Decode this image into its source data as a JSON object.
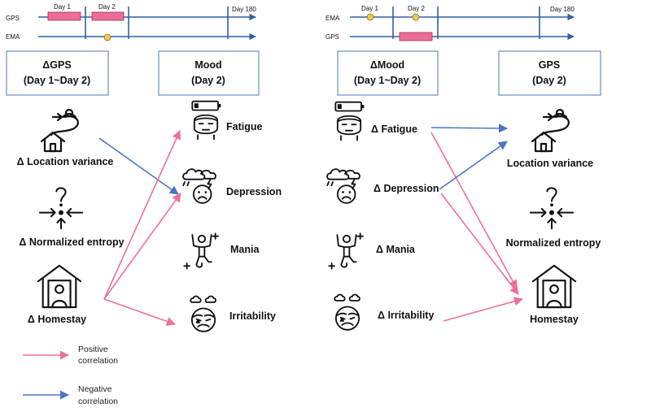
{
  "colors": {
    "positive": "#ee6f98",
    "negative": "#4a74c6",
    "timeline": "#2f5fa8",
    "gps_bar": "#ec6d98",
    "ema_dot": "#f2c84b"
  },
  "left_panel": {
    "timeline": {
      "row1_label": "GPS",
      "row2_label": "EMA",
      "day1": "Day 1",
      "day2": "Day 2",
      "day180": "Day 180"
    },
    "box_left": {
      "line1": "ΔGPS",
      "line2": "(Day 1~Day 2)"
    },
    "box_right": {
      "line1": "Mood",
      "line2": "(Day 2)"
    },
    "features": [
      "Δ Location variance",
      "Δ Normalized entropy",
      "Δ Homestay"
    ],
    "moods": [
      "Fatigue",
      "Depression",
      "Mania",
      "Irritability"
    ]
  },
  "right_panel": {
    "timeline": {
      "row1_label": "EMA",
      "row2_label": "GPS",
      "day1": "Day 1",
      "day2": "Day 2",
      "day180": "Day 180"
    },
    "box_left": {
      "line1": "ΔMood",
      "line2": "(Day 1~Day 2)"
    },
    "box_right": {
      "line1": "GPS",
      "line2": "(Day 2)"
    },
    "moods": [
      "Δ  Fatigue",
      "Δ  Depression",
      "Δ  Mania",
      "Δ  Irritability"
    ],
    "features": [
      "Location variance",
      "Normalized entropy",
      "Homestay"
    ]
  },
  "legend": {
    "positive_line1": "Positive",
    "positive_line2": "correlation",
    "negative_line1": "Negative",
    "negative_line2": "correlation"
  }
}
